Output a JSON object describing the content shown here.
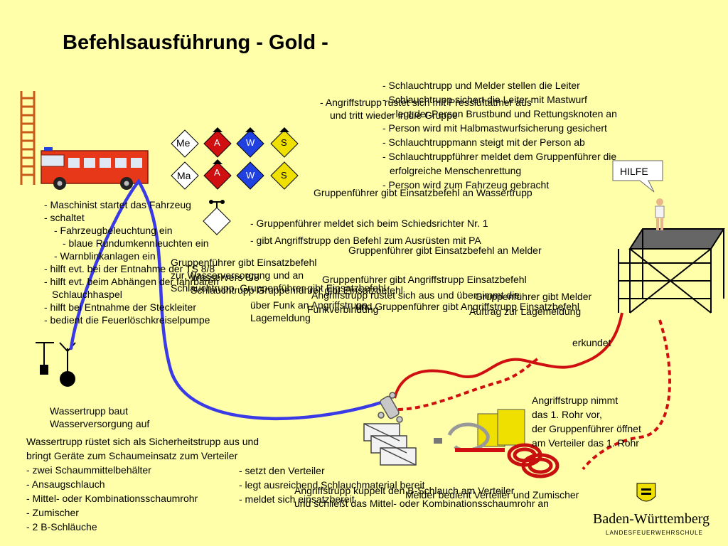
{
  "title": "Befehlsausführung  - Gold -",
  "colors": {
    "background": "#ffffa9",
    "hose_blue": "#3a3ae6",
    "hose_red": "#d01010",
    "truck_red": "#e8381a",
    "badge_a": "#d01010",
    "badge_w": "#2040e0",
    "badge_s": "#f0e000"
  },
  "badges": {
    "row1": [
      "Me",
      "A",
      "W",
      "S"
    ],
    "row2": [
      "Ma",
      "A",
      "W",
      "S"
    ]
  },
  "hilfe": "HILFE",
  "blocks": {
    "maschinist": [
      "- Maschinist startet das Fahrzeug",
      "- schaltet",
      "- Fahrzeugbeleuchtung ein",
      "- blaue Rundumkennleuchten ein",
      "- Warnblinkanlagen ein",
      "- hilft evt. bei der Entnahme der TS 8/8",
      "- hilft evt. beim Abhängen der fahrbaren",
      "Schlauchhaspel",
      "- hilft bei Entnahme der Steckleiter",
      "- bedient die Feuerlöschkreiselpumpe"
    ],
    "schiedsrichter": [
      "- Gruppenführer meldet sich beim Schiedsrichter Nr. 1",
      "- gibt Angriffstrupp den Befehl zum Ausrüsten mit PA"
    ],
    "gf_wassertrupp_1": "Gruppenführer gibt Einsatzbefehl an Wassertrupp",
    "gf_melder": "Gruppenführer gibt Einsatzbefehl an Melder",
    "gf_angriffstrupp": "Gruppenführer gibt Angriffstrupp Einsatzbefehl",
    "gf_wassertrupp_2": [
      "Gruppenführer gibt Einsatzbefehl",
      "zur Wasserversorgung und an",
      "Schlauchtrupp. Gruppenführer gibt Einsatzbefehl"
    ],
    "overlap_a": [
      "Wasservers 8/8",
      "Schlauchtrupp Gruppenführer gibt Einsatzbefehl"
    ],
    "funk": [
      "über Funk an Angriffstrupp",
      "Lagemeldung"
    ],
    "funkverbindung": "Funkverbindung",
    "angriff_ausruesten": "Angriffstrupp rüstet sich aus und übernimmt die",
    "angriff_ausruesten_2": "und Gruppenführer gibt Angriffstrupp Einsatzbefehl",
    "melder_gf": "Gruppenführer gibt Melder",
    "lagemeldung": "Auftrag zur Lagemeldung",
    "pressluft": [
      "- Angriffstrupp rüstet sich mit Pressluftatmer aus",
      "und tritt wieder in die Gruppe"
    ],
    "schlauchtrupp": [
      "- Schlauchtrupp und Melder stellen die Leiter",
      "- Schlauchtrupp sichert die Leiter mit Mastwurf",
      "- legt der Person Brustbund und Rettungsknoten an",
      "- Person wird mit Halbmastwurfsicherung gesichert",
      "- Schlauchtruppmann steigt mit der Person ab",
      "- Schlauchtruppführer meldet dem Gruppenführer die",
      "erfolgreiche Menschenrettung",
      "- Person wird zum Fahrzeug gebracht"
    ],
    "erkundet": "erkundet",
    "rohr": [
      "Angriffstrupp nimmt",
      "das 1. Rohr vor,",
      "der Gruppenführer öffnet",
      "am Verteiler das 1. Rohr"
    ],
    "wasser_baut": [
      "Wassertrupp baut",
      "Wasserversorgung auf"
    ],
    "sicherheitstrupp": [
      "Wassertrupp rüstet sich als Sicherheitstrupp aus und",
      "bringt Geräte zum Schaumeinsatz zum Verteiler",
      "- zwei Schaummittelbehälter",
      "- Ansaugschlauch",
      "- Mittel- oder Kombinationsschaumrohr",
      "- Zumischer",
      "- 2 B-Schläuche"
    ],
    "verteiler": [
      "- setzt den Verteiler",
      "- legt ausreichend Schlauchmaterial bereit",
      "- meldet sich einsatzbereit"
    ],
    "kuppelt": [
      "Angriffstrupp kuppelt den B-Schlauch am Verteiler",
      "und schließt das Mittel- oder Kombinationsschaumrohr an"
    ],
    "melder_bedient": "Melder bedient Verteiler und Zumischer"
  },
  "logo": {
    "name": "Baden-Württemberg",
    "sub": "LANDESFEUERWEHRSCHULE"
  }
}
